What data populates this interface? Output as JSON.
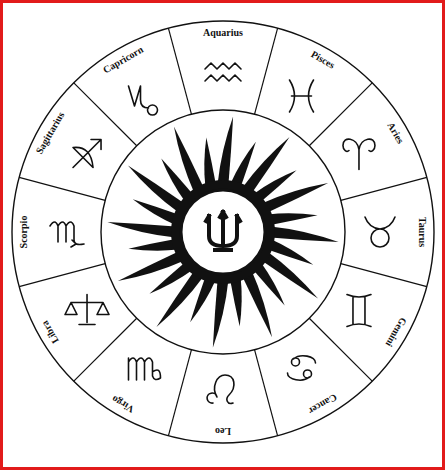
{
  "diagram": {
    "labels": [
      "Aquarius",
      "Pisces",
      "Aries",
      "Taurus",
      "Gemini",
      "Cancer",
      "Leo",
      "Virgo",
      "Libra",
      "Scorpio",
      "Sagittarius",
      "Capricorn"
    ]
  }
}
